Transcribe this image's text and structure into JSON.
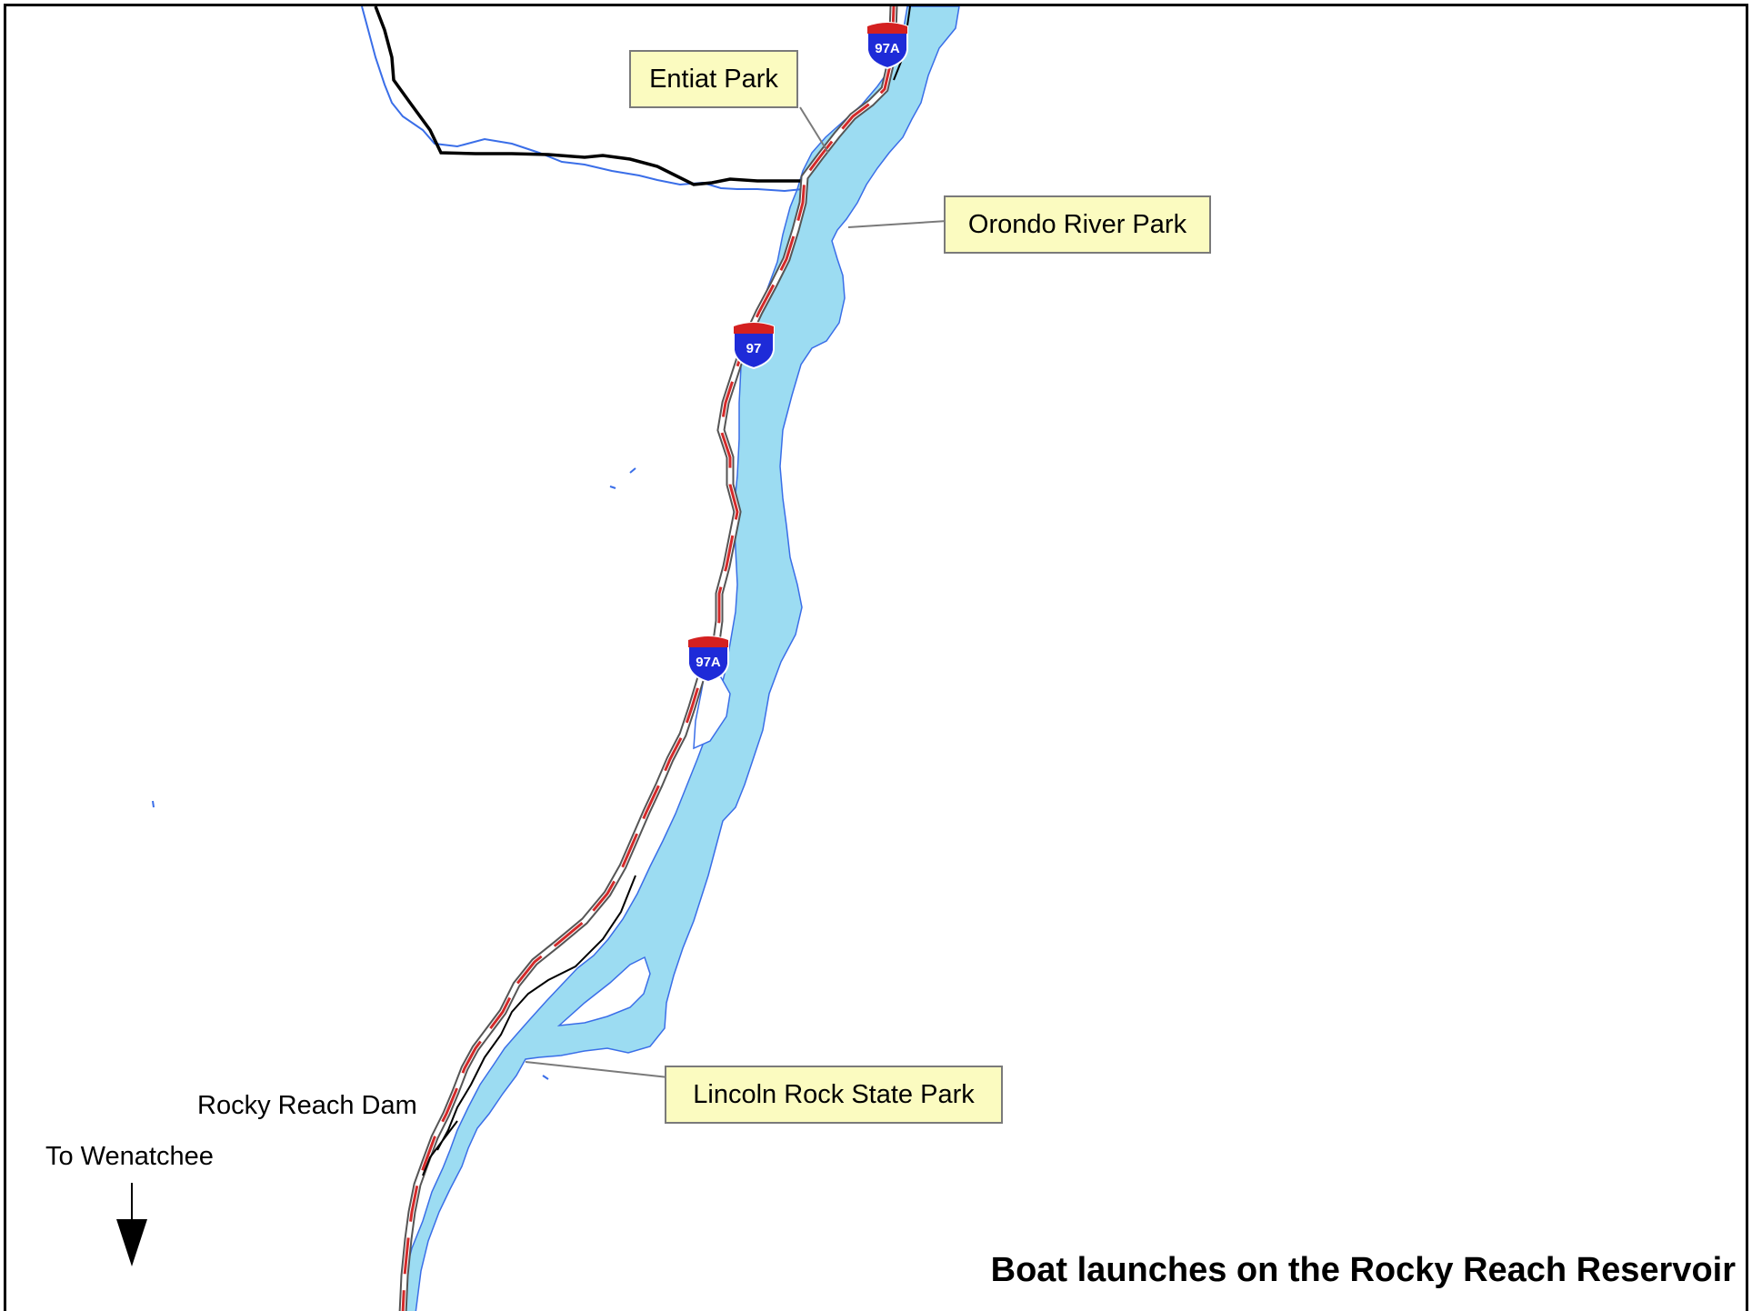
{
  "title": "Boat launches on the Rocky Reach Reservoir",
  "callouts": {
    "entiat": "Entiat Park",
    "orondo": "Orondo River Park",
    "lincoln": "Lincoln Rock State Park"
  },
  "labels": {
    "dam": "Rocky Reach Dam",
    "direction": "To Wenatchee"
  },
  "shields": {
    "top": "97A",
    "middle": "97",
    "lower": "97A"
  },
  "colors": {
    "water": "#9cdcf2",
    "water_edge": "#3a6ee8",
    "highway": "#d42a2a",
    "road": "#000000",
    "callout_fill": "#fbfbc0",
    "shield_blue": "#1e2bd8",
    "shield_red": "#d42020"
  }
}
